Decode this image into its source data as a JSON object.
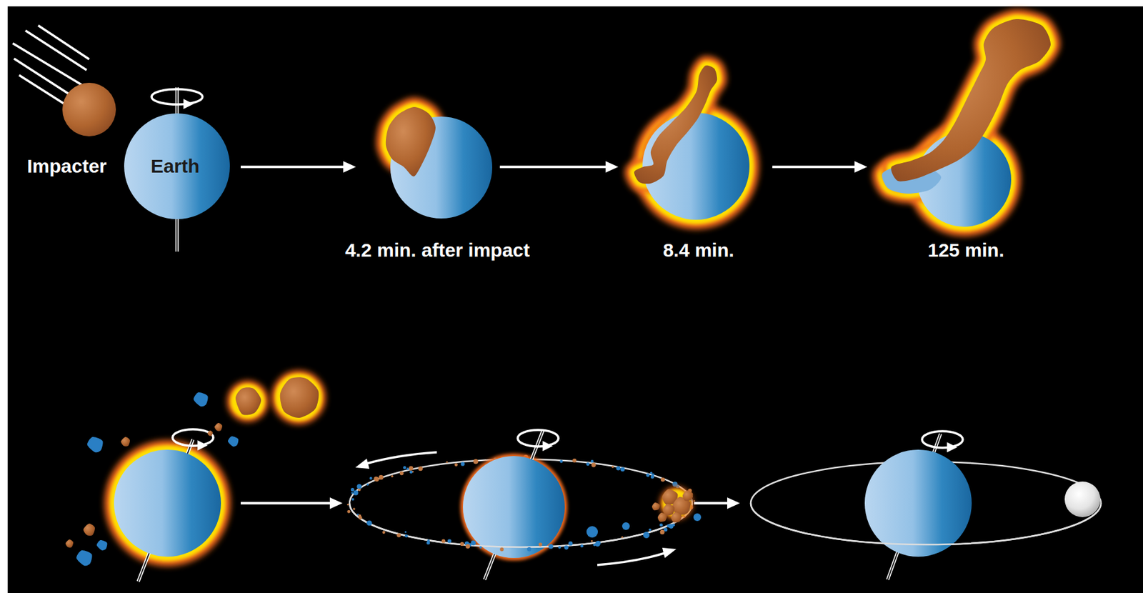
{
  "diagram": {
    "nodes": [
      {
        "text": [
          "Impacter"
        ]
      },
      {
        "text": [
          "Earth"
        ]
      }
    ],
    "labels": [
      "4.2 min. after impact",
      "8.4 min.",
      "125 min."
    ]
  }
}
